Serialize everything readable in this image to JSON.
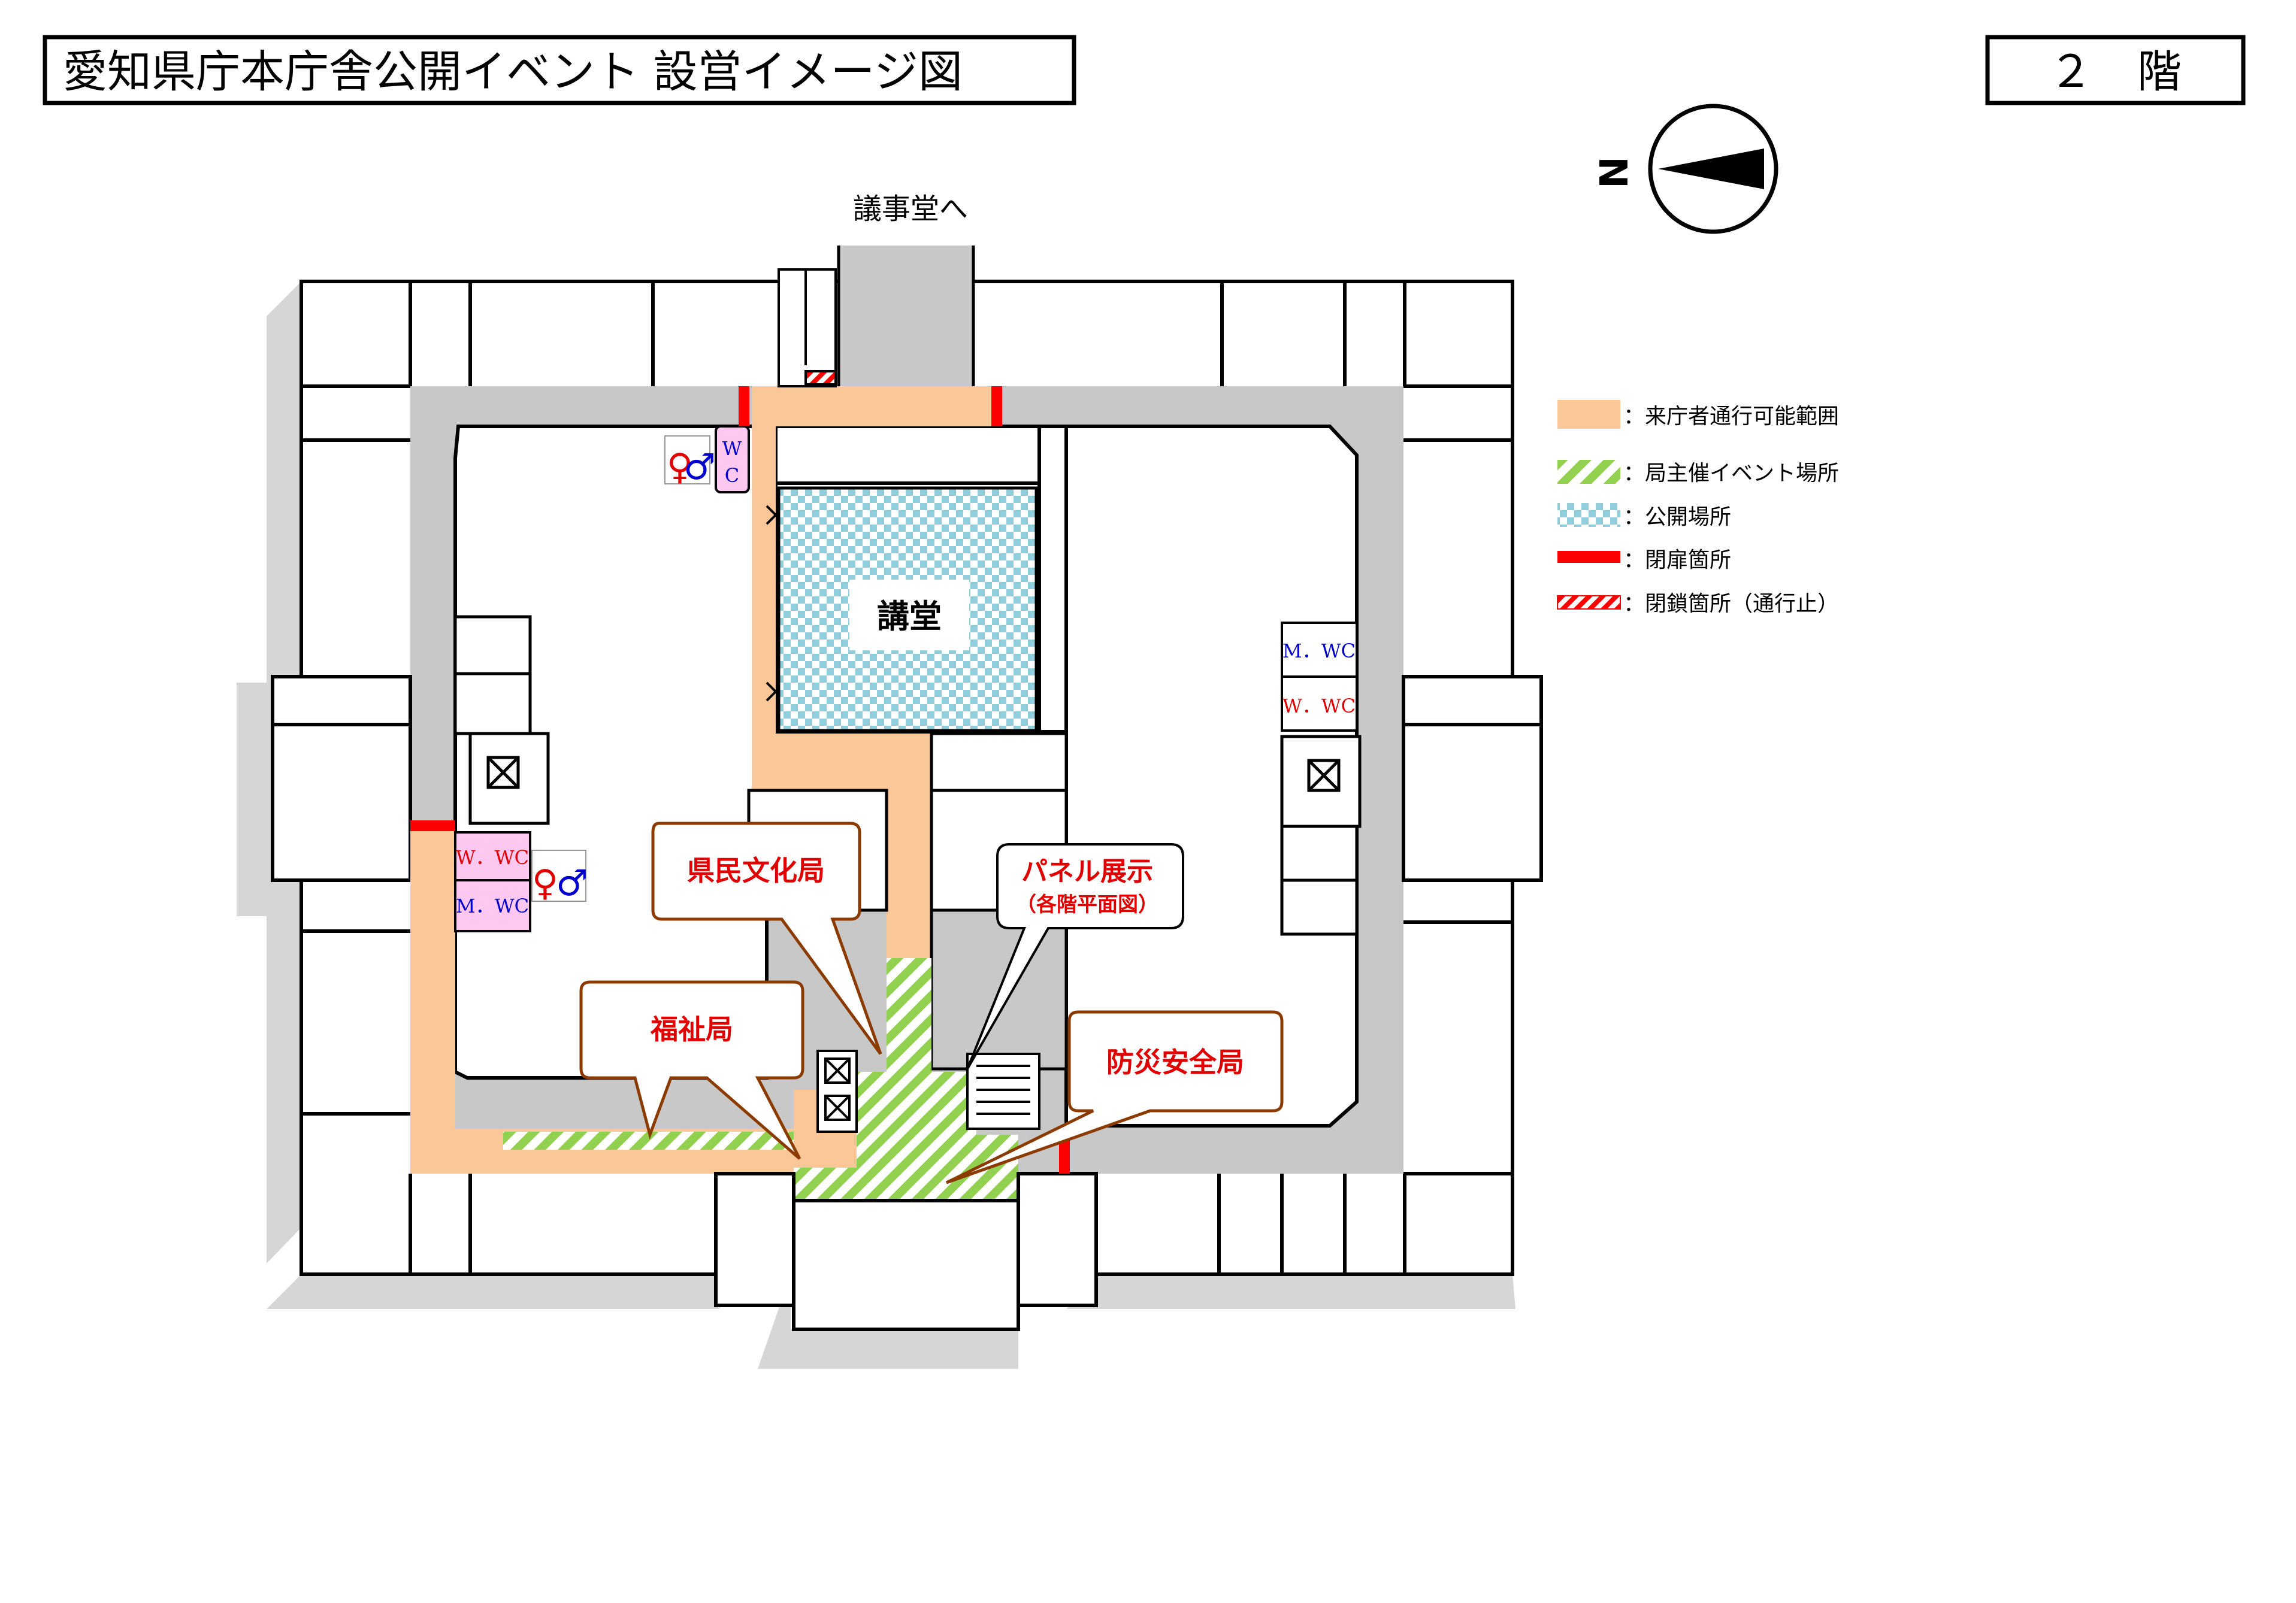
{
  "header": {
    "title": "愛知県庁本庁舎公開イベント 設営イメージ図",
    "floor": "２　階"
  },
  "compass": {
    "north_label": "N"
  },
  "labels": {
    "to_assembly": "議事堂へ",
    "auditorium": "講堂",
    "wc_north_top": "W",
    "wc_north_bottom": "C",
    "wc_west_women": "W．WC",
    "wc_west_men": "M．WC",
    "wc_east_men": "M．WC",
    "wc_east_women": "W．WC"
  },
  "callouts": {
    "kenmin": "県民文化局",
    "fukushi": "福祉局",
    "panel_title": "パネル展示",
    "panel_sub": "（各階平面図）",
    "bousai": "防災安全局"
  },
  "legend": {
    "items": [
      {
        "key": "visitor",
        "label": "：来庁者通行可能範囲",
        "color": "#fac898"
      },
      {
        "key": "event",
        "label": "：局主催イベント場所",
        "color": "#92d050"
      },
      {
        "key": "public",
        "label": "：公開場所",
        "color": "#92cddc"
      },
      {
        "key": "door",
        "label": "：閉扉箇所",
        "color": "#ff0000"
      },
      {
        "key": "closed",
        "label": "：閉鎖箇所（通行止）",
        "color": "#ff0000"
      }
    ]
  },
  "colors": {
    "visitor": "#fac898",
    "shadow": "#d6d6d6",
    "corridor": "#c8c8c8",
    "callout_border": "#8b3a00",
    "callout_text": "#e00000",
    "women": "#e00000",
    "men": "#0000cc",
    "wc_pink": "#ffc8f0"
  }
}
